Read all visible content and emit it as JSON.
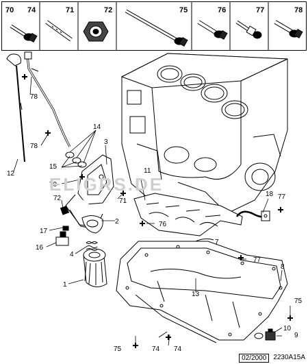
{
  "legend": {
    "cells": [
      {
        "num": "70",
        "icon": "flange-bolt-icon"
      },
      {
        "num": "74",
        "icon": "hex-bolt-icon"
      },
      {
        "num": "71",
        "icon": "stud-icon"
      },
      {
        "num": "72",
        "icon": "nut-icon"
      },
      {
        "num": "75",
        "icon": "long-bolt-icon"
      },
      {
        "num": "76",
        "icon": "flange-bolt-icon"
      },
      {
        "num": "77",
        "icon": "shouldered-bolt-icon"
      },
      {
        "num": "78",
        "icon": "flange-bolt-icon"
      }
    ]
  },
  "callouts": {
    "c1": "1",
    "c2": "2",
    "c3": "3",
    "c4": "4",
    "c7": "7",
    "c8": "8",
    "c9": "9",
    "c10": "10",
    "c11": "11",
    "c12": "12",
    "c13": "13",
    "c14": "14",
    "c15": "15",
    "c16": "16",
    "c17": "17",
    "c18": "18",
    "c70": "70",
    "c71": "71",
    "c72": "72",
    "c74": "74",
    "c75a": "75",
    "c75b": "75",
    "c76": "76",
    "c77a": "77",
    "c77b": "77",
    "c78a": "78",
    "c78b": "78",
    "c74b": "74"
  },
  "footer": {
    "date": "02/2000",
    "ref": "2230A15A"
  },
  "watermark": "ELIGRS.DE",
  "colors": {
    "line": "#000000",
    "background": "#ffffff"
  }
}
